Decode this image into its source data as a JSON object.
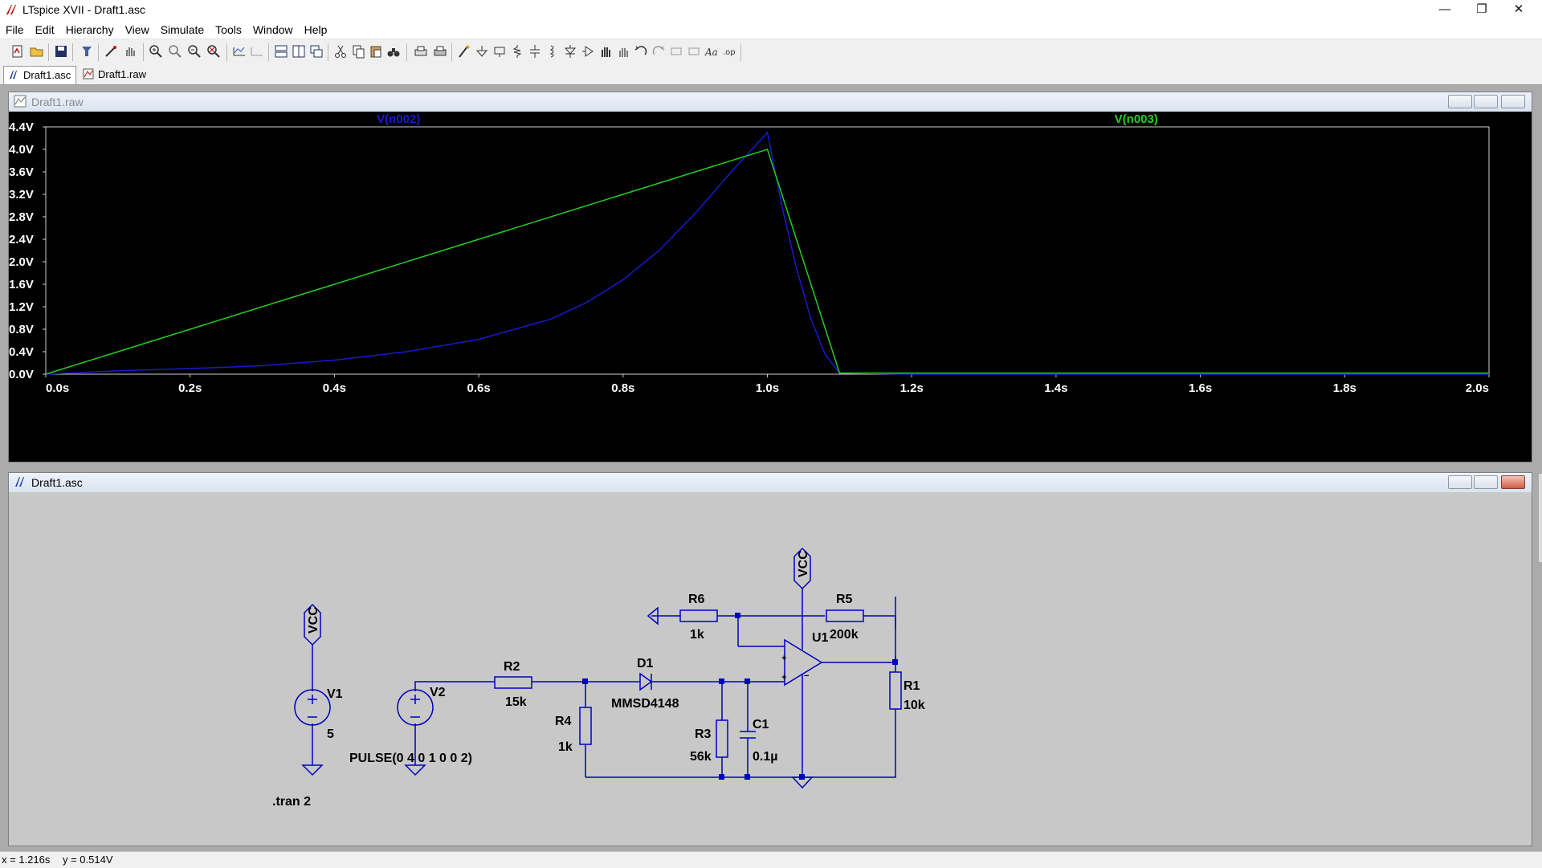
{
  "window": {
    "title": "LTspice XVII - Draft1.asc",
    "minimize": "—",
    "restore": "❐",
    "close": "✕"
  },
  "menu": [
    {
      "label": "File"
    },
    {
      "label": "Edit"
    },
    {
      "label": "Hierarchy"
    },
    {
      "label": "View"
    },
    {
      "label": "Simulate"
    },
    {
      "label": "Tools"
    },
    {
      "label": "Window"
    },
    {
      "label": "Help"
    }
  ],
  "tabs": [
    {
      "label": "Draft1.asc",
      "active": true
    },
    {
      "label": "Draft1.raw",
      "active": false
    }
  ],
  "waveform_window": {
    "title": "Draft1.raw",
    "plot": {
      "background": "#000000",
      "axis_color": "#d0d0d0",
      "chart_data": {
        "type": "line",
        "x_ticks": [
          "0.0s",
          "0.2s",
          "0.4s",
          "0.6s",
          "0.8s",
          "1.0s",
          "1.2s",
          "1.4s",
          "1.6s",
          "1.8s",
          "2.0s"
        ],
        "y_ticks": [
          "0.0V",
          "0.4V",
          "0.8V",
          "1.2V",
          "1.6V",
          "2.0V",
          "2.4V",
          "2.8V",
          "3.2V",
          "3.6V",
          "4.0V",
          "4.4V"
        ],
        "xlim": [
          0,
          2.0
        ],
        "ylim": [
          0,
          4.4
        ],
        "series": [
          {
            "name": "V(n002)",
            "color": "#1a1ad0",
            "x": [
              0,
              0.1,
              0.2,
              0.3,
              0.4,
              0.5,
              0.6,
              0.7,
              0.75,
              0.8,
              0.85,
              0.9,
              0.95,
              1.0,
              1.02,
              1.04,
              1.06,
              1.08,
              1.1,
              1.2,
              1.4,
              1.6,
              1.8,
              2.0
            ],
            "y": [
              0,
              0.06,
              0.1,
              0.15,
              0.25,
              0.4,
              0.62,
              0.98,
              1.28,
              1.68,
              2.2,
              2.86,
              3.6,
              4.3,
              3.0,
              1.9,
              1.0,
              0.35,
              0.02,
              0,
              0,
              0,
              0,
              0
            ]
          },
          {
            "name": "V(n003)",
            "color": "#22d020",
            "x": [
              0,
              1.0,
              1.1,
              1.2,
              1.4,
              1.6,
              1.8,
              2.0
            ],
            "y": [
              0,
              4.0,
              0.02,
              0.02,
              0.02,
              0.02,
              0.02,
              0.02
            ]
          }
        ]
      }
    }
  },
  "schematic_window": {
    "title": "Draft1.asc",
    "labels": {
      "vcc1": "VCC",
      "vcc2": "VCC",
      "v1": "V1",
      "v1_val": "5",
      "v2": "V2",
      "v2_val": "PULSE(0 4 0 1 0 0 2)",
      "tran": ".tran 2",
      "r2": "R2",
      "r2_val": "15k",
      "r4": "R4",
      "r4_val": "1k",
      "d1": "D1",
      "d1_val": "MMSD4148",
      "r3": "R3",
      "r3_val": "56k",
      "c1": "C1",
      "c1_val": "0.1µ",
      "r6": "R6",
      "r6_val": "1k",
      "r5": "R5",
      "r5_val": "200k",
      "u1": "U1",
      "r1": "R1",
      "r1_val": "10k"
    }
  },
  "status": {
    "x": "x = 1.216s",
    "y": "y = 0.514V"
  }
}
